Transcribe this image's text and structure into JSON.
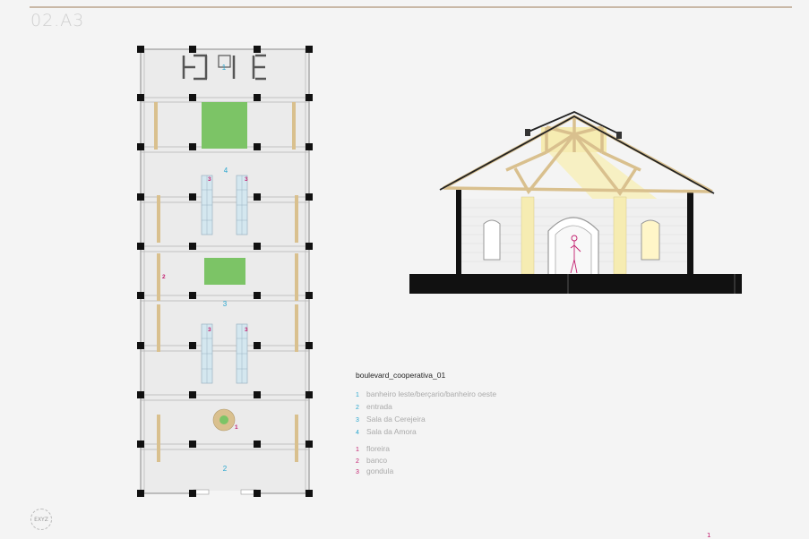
{
  "sheet_code": "02.A3",
  "logo_text": "EXYZ",
  "page_number": "1",
  "plan": {
    "room_labels": [
      "1",
      "4",
      "3",
      "2"
    ],
    "item_labels": [
      "3",
      "3",
      "2",
      "3",
      "3",
      "1"
    ]
  },
  "legend": {
    "title": "boulevard_cooperativa_01",
    "rooms": [
      {
        "num": "1",
        "name": "banheiro leste/berçario/banheiro oeste"
      },
      {
        "num": "2",
        "name": "entrada"
      },
      {
        "num": "3",
        "name": "Sala da Cerejeira"
      },
      {
        "num": "4",
        "name": "Sala da Amora"
      }
    ],
    "items": [
      {
        "num": "1",
        "name": "floreira"
      },
      {
        "num": "2",
        "name": "banco"
      },
      {
        "num": "3",
        "name": "gondula"
      }
    ]
  },
  "colors": {
    "room_number": "#29a6cf",
    "item_number": "#c21d6d",
    "wood": "#d9c08e",
    "green": "#7cc466",
    "light": "#f7efb6"
  }
}
